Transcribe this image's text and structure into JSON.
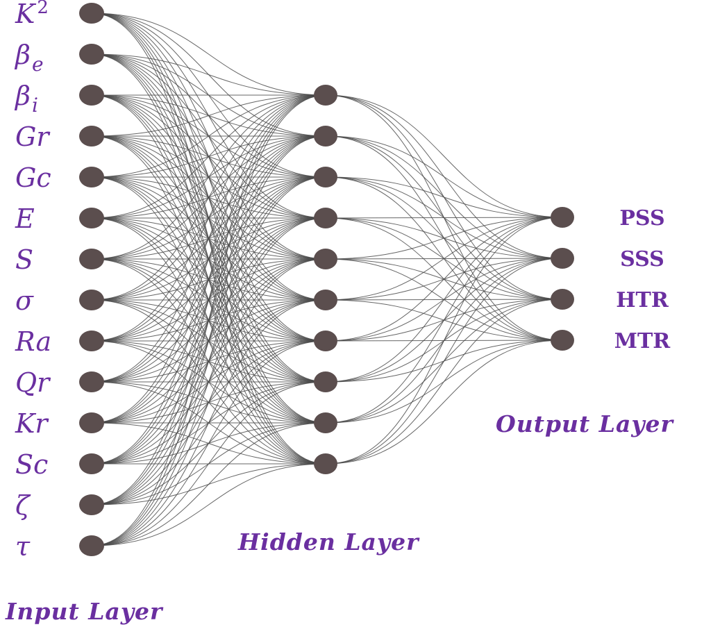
{
  "diagram": {
    "input_layer": {
      "label": "Input Layer",
      "nodes": [
        {
          "base": "K",
          "sup": "2",
          "sub": ""
        },
        {
          "base": "β",
          "sup": "",
          "sub": "e"
        },
        {
          "base": "β",
          "sup": "",
          "sub": "i"
        },
        {
          "base": "Gr",
          "sup": "",
          "sub": ""
        },
        {
          "base": "Gc",
          "sup": "",
          "sub": ""
        },
        {
          "base": "E",
          "sup": "",
          "sub": ""
        },
        {
          "base": "S",
          "sup": "",
          "sub": ""
        },
        {
          "base": "σ",
          "sup": "",
          "sub": ""
        },
        {
          "base": "Ra",
          "sup": "",
          "sub": ""
        },
        {
          "base": "Qr",
          "sup": "",
          "sub": ""
        },
        {
          "base": "Kr",
          "sup": "",
          "sub": ""
        },
        {
          "base": "Sc",
          "sup": "",
          "sub": ""
        },
        {
          "base": "ζ",
          "sup": "",
          "sub": ""
        },
        {
          "base": "τ",
          "sup": "",
          "sub": ""
        }
      ]
    },
    "hidden_layer": {
      "label": "Hidden Layer",
      "node_count": 10
    },
    "output_layer": {
      "label": "Output Layer",
      "nodes": [
        "PSS",
        "SSS",
        "HTR",
        "MTR"
      ]
    },
    "colors": {
      "node": "#5b4e4e",
      "connection": "#4a4a4a",
      "text": "#6a2fa0",
      "background": "#ffffff"
    }
  }
}
